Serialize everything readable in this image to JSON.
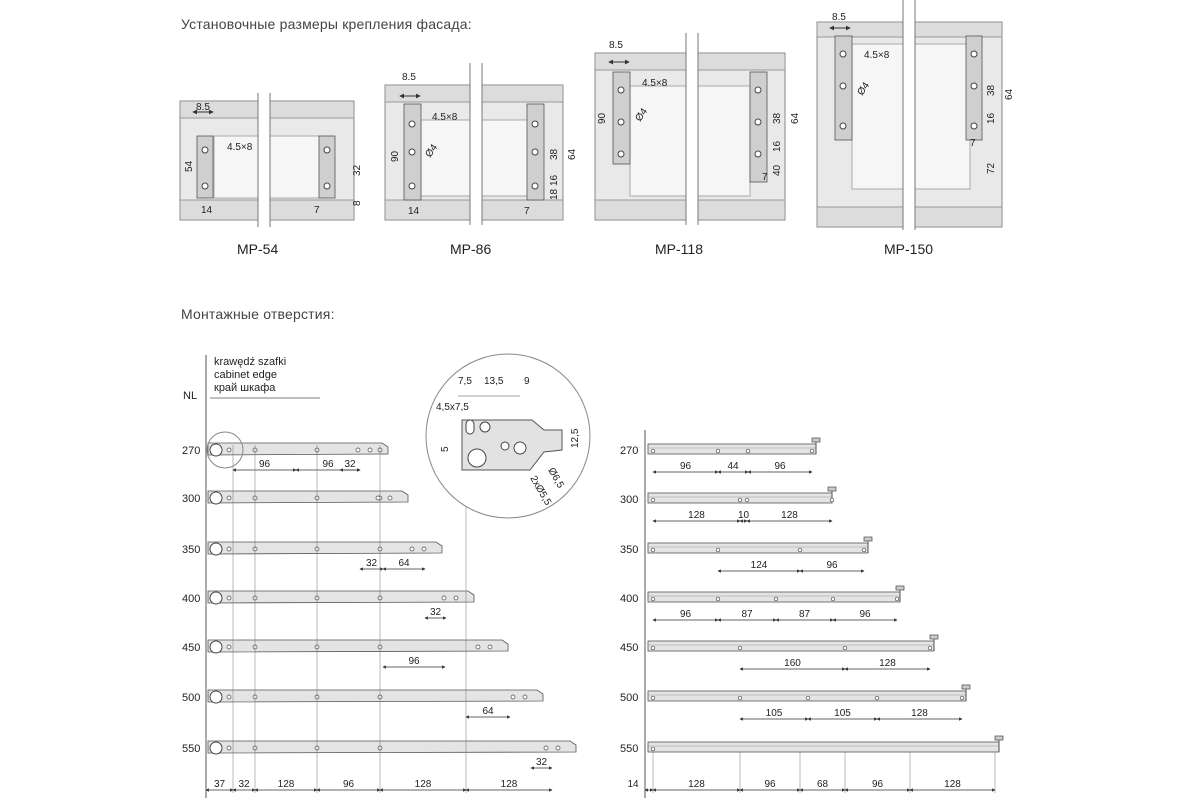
{
  "section_top_title": "Установочные размеры крепления фасада:",
  "section_bottom_title": "Монтажные отверстия:",
  "panels": [
    {
      "caption": "MP-54",
      "top": "8.5",
      "slot": "4.5×8",
      "side": "54",
      "d1": "32",
      "d2": "8",
      "b1": "14",
      "b2": "7"
    },
    {
      "caption": "MP-86",
      "top": "8.5",
      "slot": "4.5×8",
      "side": "90",
      "hole": "Ø4",
      "d1": "38",
      "d2": "64",
      "d3": "16",
      "d4": "18",
      "b1": "14",
      "b2": "7"
    },
    {
      "caption": "MP-118",
      "top": "8.5",
      "slot": "4.5×8",
      "side": "90",
      "hole": "Ø4",
      "d1": "38",
      "d2": "64",
      "d3": "16",
      "d4": "40",
      "b2": "7"
    },
    {
      "caption": "MP-150",
      "top": "8.5",
      "slot": "4.5×8",
      "hole": "Ø4",
      "d1": "38",
      "d2": "64",
      "d3": "16",
      "d4": "72",
      "b2": "7"
    }
  ],
  "legend": {
    "lines": [
      "krawędź szafki",
      "cabinet edge",
      "край шкафа"
    ],
    "nl": "NL"
  },
  "detail": {
    "dims": [
      "7,5",
      "13,5",
      "9",
      "4,5x7,5",
      "5",
      "12,5"
    ],
    "holes": "2xØ5,5",
    "holes2": "Ø6,5"
  },
  "left_rails": [
    {
      "nl": "270",
      "dims": [
        "96",
        "96",
        "32"
      ]
    },
    {
      "nl": "300",
      "dims": []
    },
    {
      "nl": "350",
      "dims": [
        "32",
        "64"
      ]
    },
    {
      "nl": "400",
      "dims": [
        "32"
      ]
    },
    {
      "nl": "450",
      "dims": [
        "96"
      ]
    },
    {
      "nl": "500",
      "dims": [
        "64"
      ]
    },
    {
      "nl": "550",
      "dims": [
        "32"
      ]
    }
  ],
  "left_bottom": [
    "37",
    "32",
    "128",
    "96",
    "128",
    "128"
  ],
  "right_rails": [
    {
      "nl": "270",
      "dims": [
        "96",
        "44",
        "96"
      ]
    },
    {
      "nl": "300",
      "dims": [
        "128",
        "10",
        "128"
      ]
    },
    {
      "nl": "350",
      "dims": [
        "124",
        "96"
      ]
    },
    {
      "nl": "400",
      "dims": [
        "96",
        "87",
        "87",
        "96"
      ]
    },
    {
      "nl": "450",
      "dims": [
        "160",
        "128"
      ]
    },
    {
      "nl": "500",
      "dims": [
        "105",
        "105",
        "128"
      ]
    },
    {
      "nl": "550",
      "dims": []
    }
  ],
  "right_bottom": [
    "14",
    "128",
    "96",
    "68",
    "96",
    "128"
  ]
}
